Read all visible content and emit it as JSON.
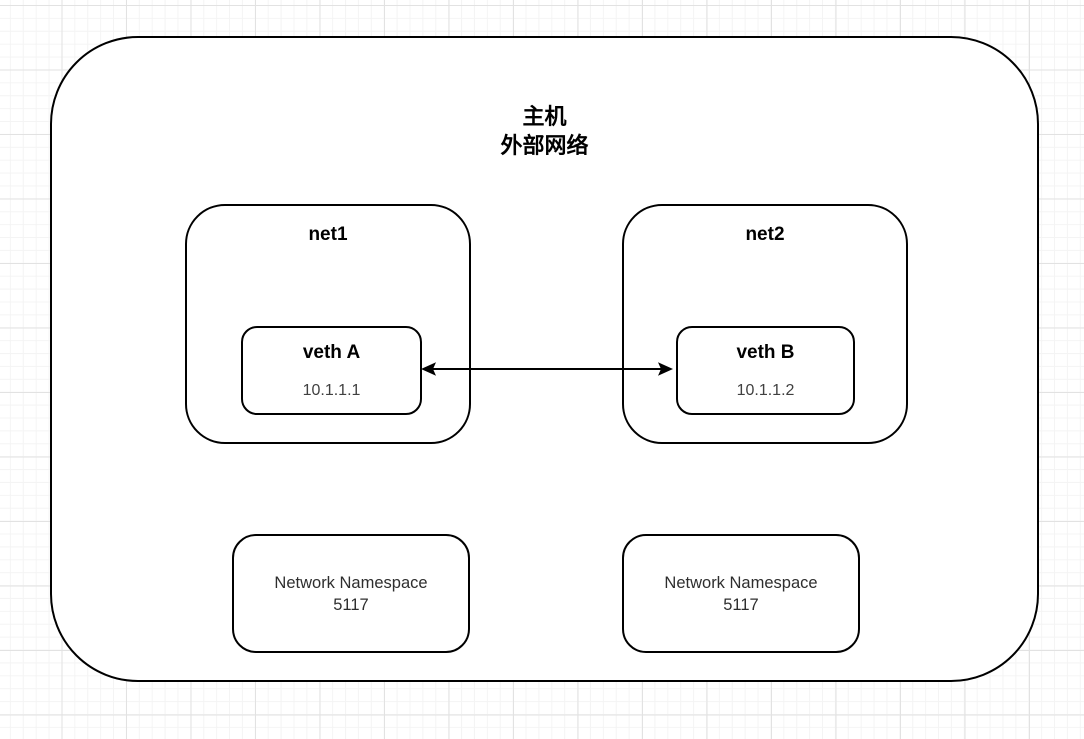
{
  "diagram": {
    "host": {
      "title_line1": "主机",
      "title_line2": "外部网络"
    },
    "networks": [
      {
        "label": "net1",
        "veth": {
          "name": "veth A",
          "ip": "10.1.1.1"
        }
      },
      {
        "label": "net2",
        "veth": {
          "name": "veth B",
          "ip": "10.1.1.2"
        }
      }
    ],
    "link": {
      "style": "double-headed-arrow",
      "endpoints": [
        "veth A",
        "veth B"
      ]
    },
    "namespace_boxes": [
      {
        "line1": "Network Namespace",
        "line2": "5117"
      },
      {
        "line1": "Network Namespace",
        "line2": "5117"
      }
    ],
    "colors": {
      "stroke": "#000000",
      "text_primary": "#000000",
      "text_secondary": "#404040",
      "canvas_background": "#ffffff",
      "grid_minor": "#f4f4f4",
      "grid_major": "#e2e2e2"
    }
  }
}
